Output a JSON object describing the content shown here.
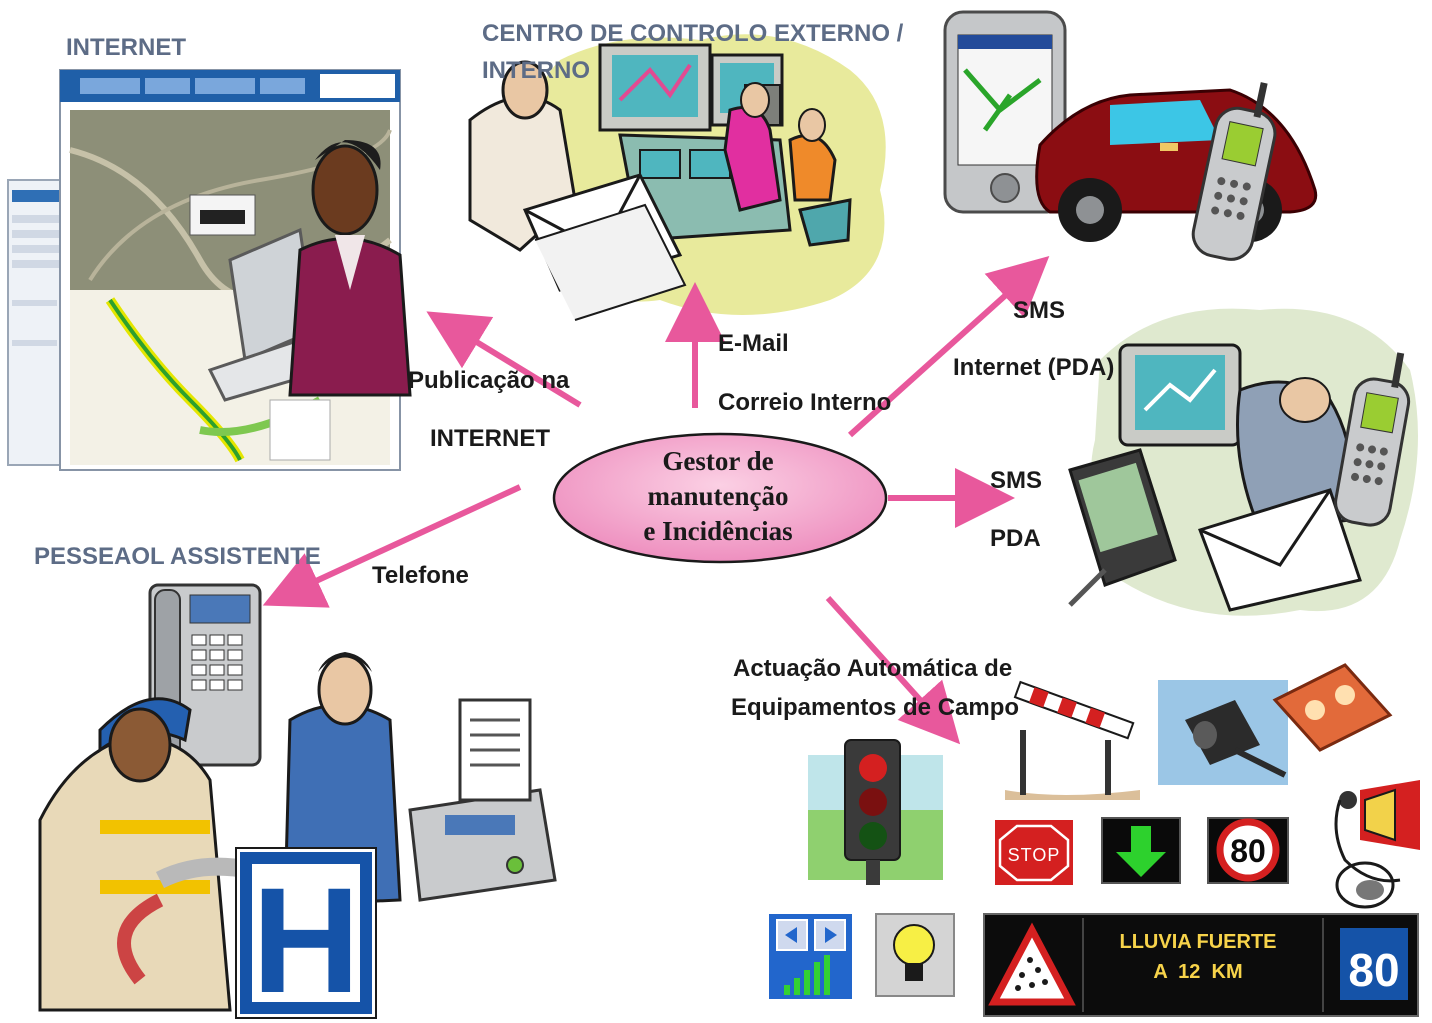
{
  "hub": {
    "line1": "Gestor de",
    "line2": "manutenção",
    "line3": "e Incidências"
  },
  "sections": {
    "internet": "INTERNET",
    "control_center_line1": "CENTRO DE CONTROLO EXTERNO /",
    "control_center_line2": "INTERNO",
    "assistance": "PESSEAOL ASSISTENTE"
  },
  "edges": {
    "publication_line1": "Publicação na",
    "publication_line2": "INTERNET",
    "email": "E-Mail",
    "internal_mail": "Correio Interno",
    "sms_top": "SMS",
    "internet_pda": "Internet (PDA)",
    "sms_right": "SMS",
    "pda_right": "PDA",
    "phone": "Telefone",
    "field_line1": "Actuação Automática de",
    "field_line2": "Equipamentos de Campo"
  },
  "signs": {
    "stop": "STOP",
    "speed_limit": "80",
    "vms_line1": "LLUVIA FUERTE",
    "vms_line2": "A  12  KM",
    "vms_speed": "80",
    "hospital": "H"
  },
  "colors": {
    "arrow": "#e8589c",
    "hub_fill": "#f5a8cf",
    "section_label": "#5d6c86",
    "car": "#8b0d12"
  }
}
